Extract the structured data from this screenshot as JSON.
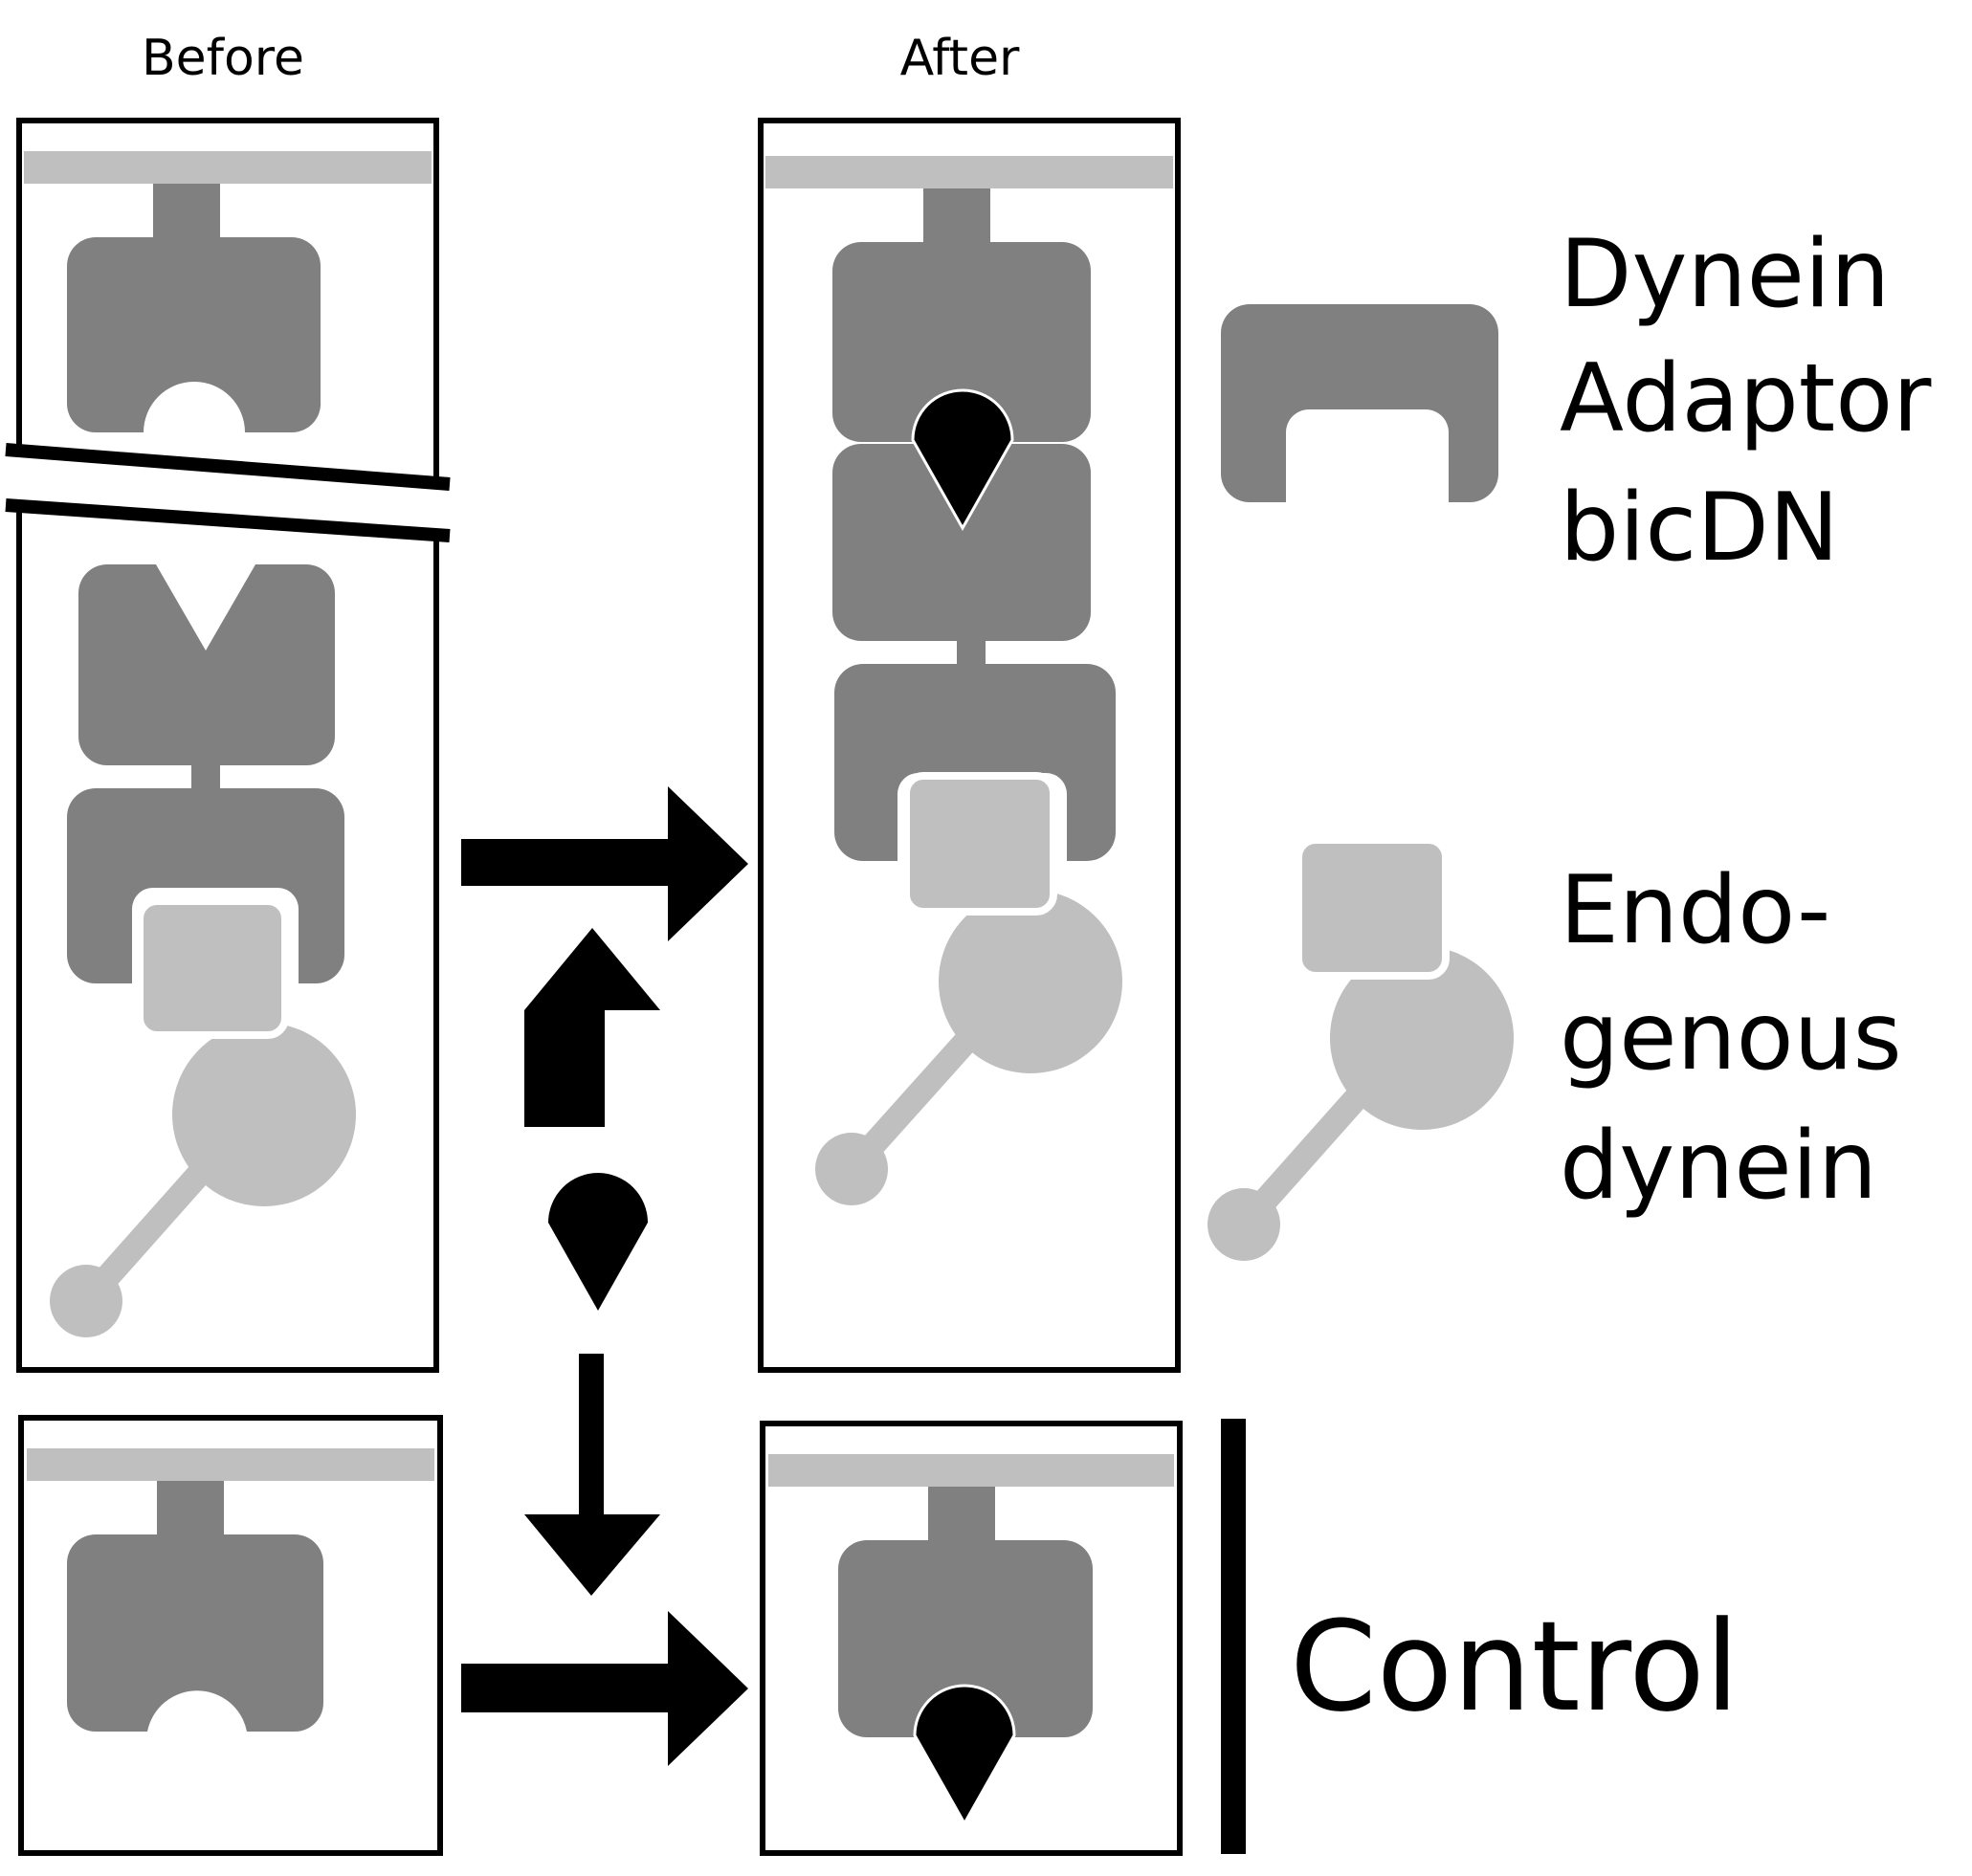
{
  "headers": {
    "before": "Before",
    "after": "After"
  },
  "legend": {
    "adaptor": [
      "Dynein",
      "Adaptor",
      "bicDN"
    ],
    "endogenous": [
      "Endo-",
      "genous",
      "dynein"
    ],
    "control": "Control"
  },
  "colors": {
    "adaptor_gray": "#808080",
    "dynein_light_gray": "#bfbfbf",
    "ligand_black": "#000000",
    "frame": "#000000",
    "background": "#ffffff"
  }
}
